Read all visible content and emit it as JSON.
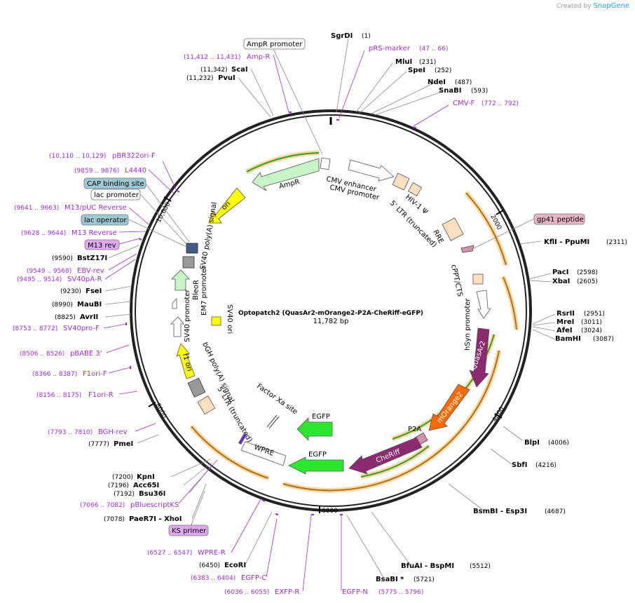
{
  "credit": {
    "prefix": "Created by",
    "brand": "SnapGene"
  },
  "plasmid": {
    "name": "Optopatch2 (QuasAr2-mOrange2-P2A-CheRiff-eGFP)",
    "length": "11,782 bp"
  },
  "ticks": [
    "2000",
    "4000",
    "6000",
    "8000",
    "10,000"
  ],
  "sites_right": [
    {
      "name": "SgrDI",
      "pos": "(1)"
    },
    {
      "name": "MluI",
      "pos": "(231)"
    },
    {
      "name": "SpeI",
      "pos": "(252)"
    },
    {
      "name": "NdeI",
      "pos": "(487)"
    },
    {
      "name": "SnaBI",
      "pos": "(593)"
    },
    {
      "name": "KflI  -  PpuMI",
      "pos": "(2311)"
    },
    {
      "name": "PacI",
      "pos": "(2598)"
    },
    {
      "name": "XbaI",
      "pos": "(2605)"
    },
    {
      "name": "RsrII",
      "pos": "(2951)"
    },
    {
      "name": "MreI",
      "pos": "(3011)"
    },
    {
      "name": "AfeI",
      "pos": "(3024)"
    },
    {
      "name": "BamHI",
      "pos": "(3087)"
    },
    {
      "name": "BlpI",
      "pos": "(4006)"
    },
    {
      "name": "SbfI",
      "pos": "(4216)"
    },
    {
      "name": "BsmBI  -  Esp3I",
      "pos": "(4687)"
    },
    {
      "name": "BfuAI  -  BspMI",
      "pos": "(5512)"
    },
    {
      "name": "BsaBI *",
      "pos": "(5721)"
    }
  ],
  "sites_left": [
    {
      "name": "ScaI",
      "pos": "(11,342)"
    },
    {
      "name": "PvuI",
      "pos": "(11,232)"
    },
    {
      "name": "BstZ17I",
      "pos": "(9590)"
    },
    {
      "name": "FseI",
      "pos": "(9230)"
    },
    {
      "name": "MauBI",
      "pos": "(8990)"
    },
    {
      "name": "AvrII",
      "pos": "(8825)"
    },
    {
      "name": "PmeI",
      "pos": "(7777)"
    },
    {
      "name": "KpnI",
      "pos": "(7200)"
    },
    {
      "name": "Acc65I",
      "pos": "(7196)"
    },
    {
      "name": "Bsu36I",
      "pos": "(7192)"
    },
    {
      "name": "PaeR7I  -  XhoI",
      "pos": "(7078)"
    },
    {
      "name": "EcoRI",
      "pos": "(6450)"
    }
  ],
  "primers_right": [
    {
      "name": "pRS-marker",
      "pos": "(47 .. 66)"
    },
    {
      "name": "CMV-F",
      "pos": "(772 .. 792)"
    }
  ],
  "primers_left": [
    {
      "name": "Amp-R",
      "pos": "(11,412 .. 11,431)"
    },
    {
      "name": "pBR322ori-F",
      "pos": "(10,110 .. 10,129)"
    },
    {
      "name": "L4440",
      "pos": "(9859 .. 9876)"
    },
    {
      "name": "M13/pUC Reverse",
      "pos": "(9641 .. 9663)"
    },
    {
      "name": "M13 Reverse",
      "pos": "(9628 .. 9644)"
    },
    {
      "name": "EBV-rev",
      "pos": "(9549 .. 9568)"
    },
    {
      "name": "SV40pA-R",
      "pos": "(9495 .. 9514)"
    },
    {
      "name": "SV40pro-F",
      "pos": "(8753 .. 8772)"
    },
    {
      "name": "pBABE 3'",
      "pos": "(8506 .. 8526)"
    },
    {
      "name": "F1ori-F",
      "pos": "(8366 .. 8387)"
    },
    {
      "name": "F1ori-R",
      "pos": "(8156 .. 8175)"
    },
    {
      "name": "BGH-rev",
      "pos": "(7793 .. 7810)"
    },
    {
      "name": "pBluescriptKS",
      "pos": "(7066 .. 7082)"
    },
    {
      "name": "WPRE-R",
      "pos": "(6527 .. 6547)"
    },
    {
      "name": "EGFP-C",
      "pos": "(6383 .. 6404)"
    },
    {
      "name": "EXFP-R",
      "pos": "(6036 .. 6055)"
    },
    {
      "name": "EGFP-N",
      "pos": "(5775 .. 5796)"
    }
  ],
  "boxes": {
    "ampr_promoter": "AmpR promoter",
    "gp41": "gp41 peptide",
    "cap": "CAP binding site",
    "lac_promoter": "lac promoter",
    "lac_operator": "lac operator",
    "m13rev": "M13 rev",
    "ks_primer": "KS primer"
  },
  "features": {
    "ampr": "AmpR",
    "ori": "ori",
    "sv40pa": "SV40 poly(A) signal",
    "bleor": "BleoR",
    "em7": "EM7 promoter",
    "sv40p": "SV40 promoter",
    "sv40ori": "SV40 ori",
    "f1ori": "f1 ori",
    "bgh": "bGH poly(A) signal",
    "ltr3": "5' LTR (truncated)",
    "factorxa": "Factor Xa site",
    "egfp1": "EGFP",
    "egfp2": "EGFP",
    "wpre": "WPRE",
    "cmv_enh": "CMV enhancer",
    "cmv_pro": "CMV promoter",
    "hiv": "HIV-1 Ψ",
    "ltr5": "5' LTR (truncated)",
    "rre": "RRE",
    "cppt": "cPPT/CTS",
    "hsyn": "hSyn promoter",
    "quasar": "QuasAr2",
    "morange": "mOrange2",
    "p2a": "P2A",
    "cheriff": "CheRiff"
  },
  "colors": {
    "ampr": "#c8f5c8",
    "ori": "#ffff00",
    "quasar": "#8b2a6e",
    "morange": "#ff6a00",
    "cheriff": "#8b2a6e",
    "egfp": "#2ee62e",
    "primer": "#9b30c8",
    "orf_arc": "#e8a33c",
    "green_arc": "#3a9a1a"
  }
}
